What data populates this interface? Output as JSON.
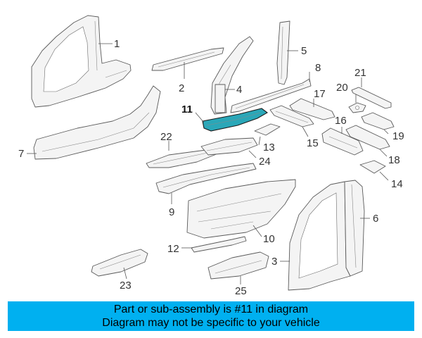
{
  "diagram": {
    "highlight_color": "#2aa7b8",
    "callouts": {
      "c1": "1",
      "c2": "2",
      "c3": "3",
      "c4": "4",
      "c5": "5",
      "c6": "6",
      "c7": "7",
      "c8": "8",
      "c9": "9",
      "c10": "10",
      "c11": "11",
      "c12": "12",
      "c13": "13",
      "c14": "14",
      "c15": "15",
      "c16": "16",
      "c17": "17",
      "c18": "18",
      "c19": "19",
      "c20": "20",
      "c21": "21",
      "c22": "22",
      "c23": "23",
      "c24": "24",
      "c25": "25"
    }
  },
  "banner": {
    "background": "#00b0f0",
    "line1": "Part or sub-assembly is #11 in diagram",
    "line2": "Diagram may not be specific to your vehicle"
  }
}
